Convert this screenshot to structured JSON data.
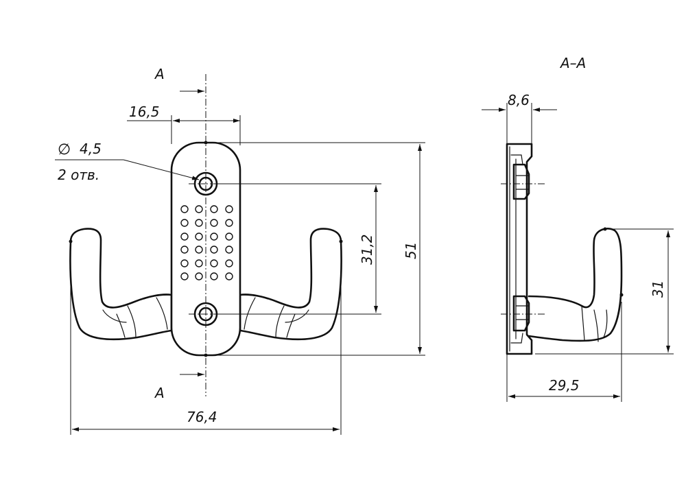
{
  "section_label": "A–A",
  "cut_label_top": "A",
  "cut_label_bottom": "A",
  "dimensions": {
    "plate_width": "16,5",
    "hole_diameter_symbol": "∅",
    "hole_diameter": "4,5",
    "hole_count": "2 отв.",
    "hole_spacing": "31,2",
    "plate_height": "51",
    "overall_width": "76,4",
    "side_plate_thickness": "8,6",
    "hook_height": "31",
    "overall_depth": "29,5"
  }
}
